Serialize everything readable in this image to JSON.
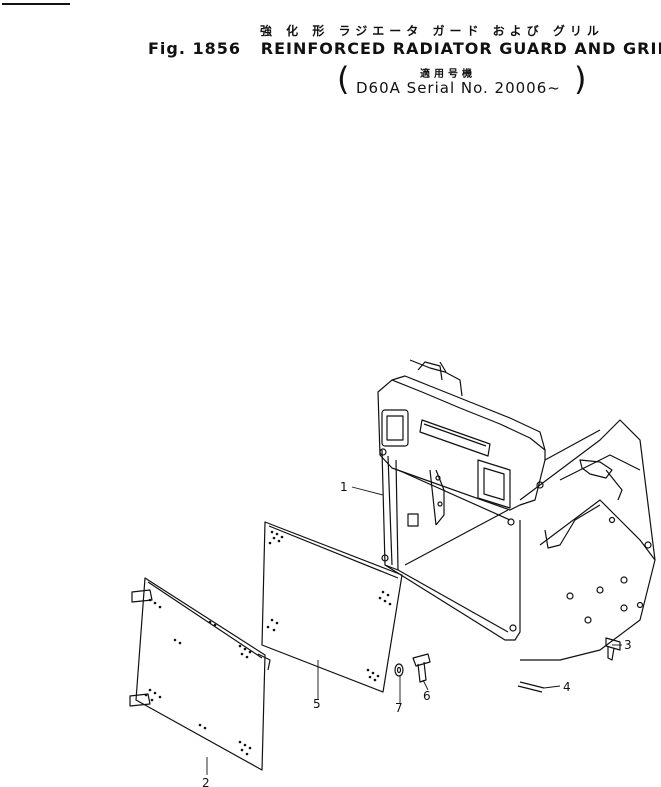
{
  "header": {
    "title_jp": "強 化 形 ラジエータ ガード および グリル",
    "fig_label": "Fig. 1856",
    "title_en": "REINFORCED RADIATOR GUARD AND GRILLE",
    "serial_jp": "適用号機",
    "serial_en": "D60A Serial No. 20006~"
  },
  "parts": [
    {
      "number": "1"
    },
    {
      "number": "2"
    },
    {
      "number": "3"
    },
    {
      "number": "4"
    },
    {
      "number": "5"
    },
    {
      "number": "6"
    },
    {
      "number": "7"
    }
  ]
}
